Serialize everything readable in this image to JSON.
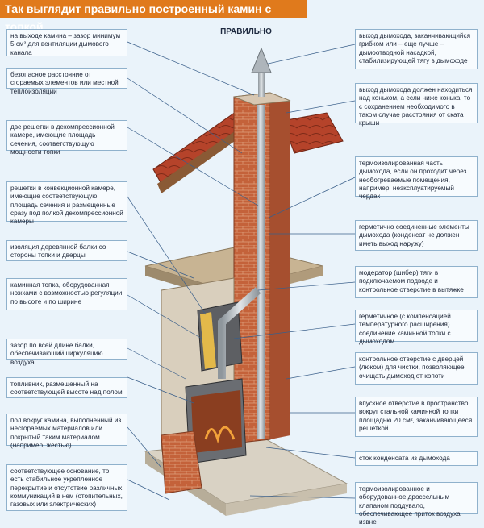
{
  "title": "Так выглядит правильно построенный камин с топкой",
  "heading": "ПРАВИЛЬНО",
  "left_callouts": [
    "на выходе камина – зазор минимум 5 см² для вентиляции дымового канала",
    "безопасное расстояние от сгораемых элементов или местной теплоизоляции",
    "две решетки в декомпрессионной камере, имеющие площадь сечения, соответствующую мощности топки",
    "решетки в конвекционной камере, имеющие соответствующую площадь сечения и размещенные сразу под полкой декомпрессионной камеры",
    "изоляция деревянной балки со стороны топки и дверцы",
    "каминная топка, оборудованная ножками с возможностью регуляции по высоте и по ширине",
    "зазор по всей длине балки, обеспечивающий циркуляцию воздуха",
    "топливник, размещенный на соответствующей высоте над полом",
    "пол вокруг камина, выполненный из несгораемых материалов или покрытый таким материалом (например, жестью)",
    "соответствующее основание, то есть стабильное укрепленное перекрытие и отсутствие различных коммуникаций в нем (отопительных, газовых или электрических)"
  ],
  "right_callouts": [
    "выход дымохода, заканчивающийся грибком или – еще лучше – дымоотводной насадкой, стабилизирующей тягу в дымоходе",
    "выход дымохода должен находиться над коньком, а если ниже конька, то с сохранением необходимого в таком случае расстояния от ската крыши",
    "термоизолированная часть дымохода, если он проходит через необогреваемые помещения, например, неэксплуатируемый чердак",
    "герметично соединенные элементы дымохода (конденсат не должен иметь выход наружу)",
    "модератор (шибер) тяги в подключаемом подводе и контрольное отверстие в вытяжке",
    "герметичное (с компенсацией температурного расширения) соединение каминной топки с дымоходом",
    "контрольное отверстие с дверцей (люком) для чистки, позволяющее очищать дымоход от копоти",
    "впускное отверстие в пространство вокруг стальной каминной топки площадью 20 см², заканчивающееся решеткой",
    "сток конденсата из дымохода",
    "термоизолированное и оборудованное дроссельным клапаном поддувало, обеспечивающее приток воздуха извне"
  ],
  "colors": {
    "title_bg": "#e07a1c",
    "brick": "#c4623a",
    "roof": "#b5432a",
    "pipe": "#b9c0c6",
    "slab": "#b9a58a",
    "leader": "#3a5f8a"
  }
}
